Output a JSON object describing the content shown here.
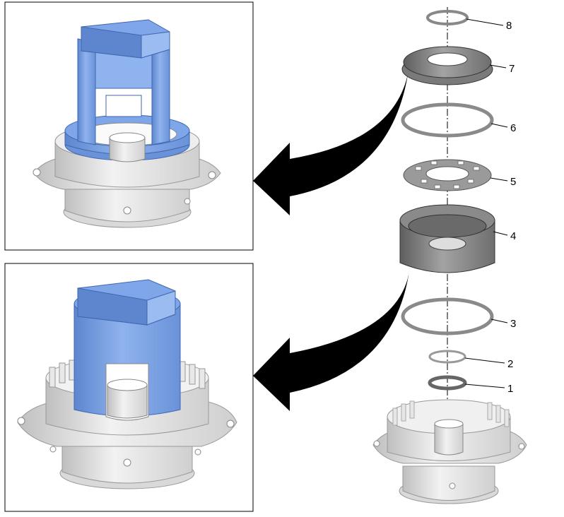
{
  "callouts": [
    {
      "id": "1",
      "label": "1"
    },
    {
      "id": "2",
      "label": "2"
    },
    {
      "id": "3",
      "label": "3"
    },
    {
      "id": "4",
      "label": "4"
    },
    {
      "id": "5",
      "label": "5"
    },
    {
      "id": "6",
      "label": "6"
    },
    {
      "id": "7",
      "label": "7"
    },
    {
      "id": "8",
      "label": "8"
    }
  ],
  "colors": {
    "tool_blue": "#7ea6e8",
    "tool_blue_dark": "#5a84cc",
    "housing_grey": "#e4e4e4",
    "housing_shadow": "#bdbdbd",
    "piston_dark": "#7a7a7a",
    "ring_grey": "#c8c8c8",
    "arrow": "#000000"
  },
  "icons": {
    "arrow_top": "curved-arrow-left-icon",
    "arrow_bottom": "curved-arrow-left-icon"
  }
}
